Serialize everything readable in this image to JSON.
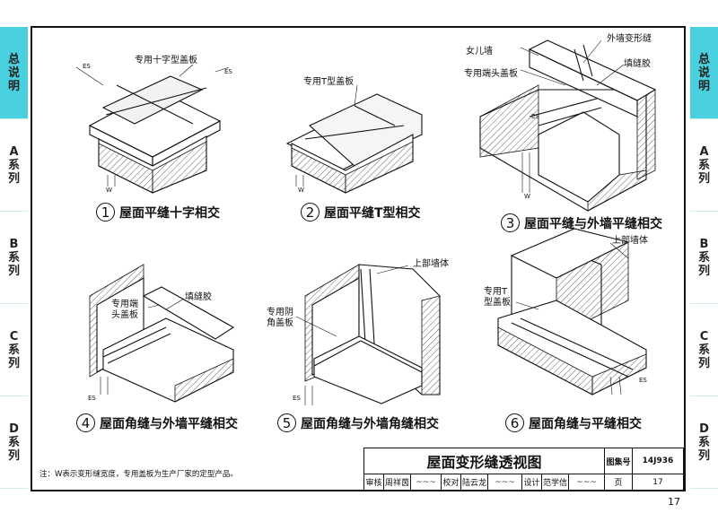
{
  "side_tabs": [
    {
      "label": [
        "总",
        "说",
        "明"
      ],
      "active": true
    },
    {
      "label": [
        "A",
        "系",
        "列"
      ],
      "active": false
    },
    {
      "label": [
        "B",
        "系",
        "列"
      ],
      "active": false
    },
    {
      "label": [
        "C",
        "系",
        "列"
      ],
      "active": false
    },
    {
      "label": [
        "D",
        "系",
        "列"
      ],
      "active": false
    }
  ],
  "figures": [
    {
      "num": "1",
      "caption": "屋面平缝十字相交",
      "labels": [
        "专用十字型盖板"
      ]
    },
    {
      "num": "2",
      "caption": "屋面平缝T型相交",
      "labels": [
        "专用T型盖板"
      ]
    },
    {
      "num": "3",
      "caption": "屋面平缝与外墙平缝相交",
      "labels": [
        "外墙变形缝",
        "女儿墙",
        "专用端头盖板",
        "填缝胶"
      ]
    },
    {
      "num": "4",
      "caption": "屋面角缝与外墙平缝相交",
      "labels": [
        "专用端",
        "头盖板",
        "填缝胶"
      ]
    },
    {
      "num": "5",
      "caption": "屋面角缝与外墙角缝相交",
      "labels": [
        "上部墙体",
        "专用阴",
        "角盖板"
      ]
    },
    {
      "num": "6",
      "caption": "屋面角缝与平缝相交",
      "labels": [
        "上部墙体",
        "专用T",
        "型盖板"
      ]
    }
  ],
  "dim": {
    "es": "ES",
    "w": "W"
  },
  "note": "注：W表示变形缝宽度，专用盖板为生产厂家的定型产品。",
  "title_block": {
    "title": "屋面变形缝透视图",
    "atlas_label": "图集号",
    "atlas_no": "14J936",
    "review_label": "审核",
    "reviewer": "周祥茵",
    "check_label": "校对",
    "checker": "陆云龙",
    "design_label": "设计",
    "designer": "范学信",
    "page_label": "页",
    "page": "17"
  },
  "page_number": "17"
}
